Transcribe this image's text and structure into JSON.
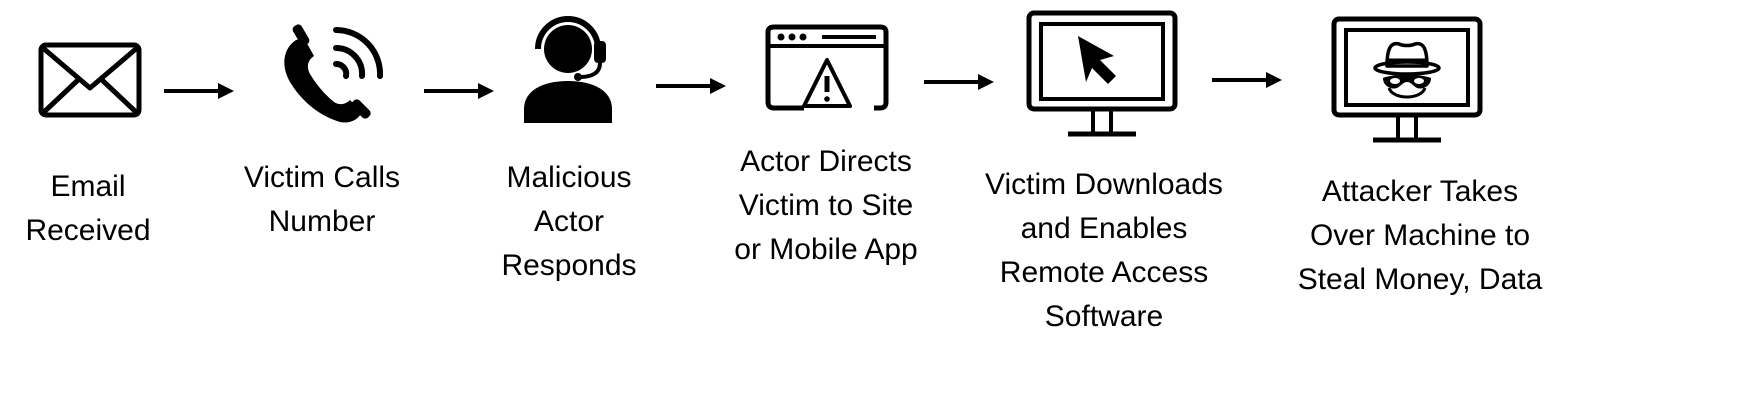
{
  "steps": [
    {
      "id": "email-received",
      "lines": [
        "Email",
        "Received"
      ],
      "icon": "envelope-icon"
    },
    {
      "id": "victim-calls-number",
      "lines": [
        "Victim Calls",
        "Number"
      ],
      "icon": "phone-call-icon"
    },
    {
      "id": "malicious-actor-responds",
      "lines": [
        "Malicious",
        "Actor",
        "Responds"
      ],
      "icon": "headset-agent-icon"
    },
    {
      "id": "actor-directs-victim",
      "lines": [
        "Actor Directs",
        "Victim to Site",
        "or Mobile App"
      ],
      "icon": "browser-warning-icon"
    },
    {
      "id": "victim-downloads",
      "lines": [
        "Victim Downloads",
        "and Enables",
        "Remote Access",
        "Software"
      ],
      "icon": "monitor-cursor-icon"
    },
    {
      "id": "attacker-takes-over",
      "lines": [
        "Attacker Takes",
        "Over Machine to",
        "Steal Money, Data"
      ],
      "icon": "monitor-spy-icon"
    }
  ],
  "colors": {
    "stroke": "#000000",
    "background": "#ffffff"
  }
}
